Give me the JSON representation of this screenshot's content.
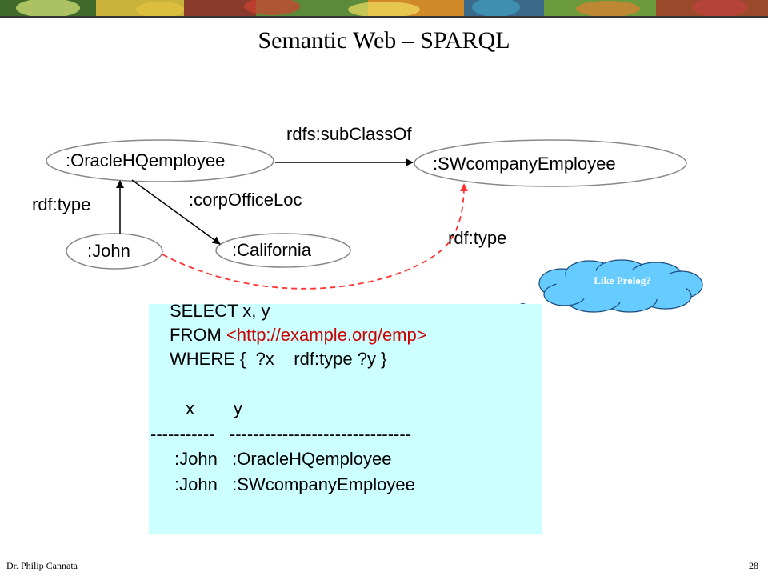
{
  "slide": {
    "title": "Semantic Web – SPARQL",
    "author": "Dr. Philip Cannata",
    "page_number": "28"
  },
  "diagram": {
    "nodes": {
      "oracle": ":OracleHQemployee",
      "swcompany": ":SWcompanyEmployee",
      "john": ":John",
      "california": ":California"
    },
    "edges": {
      "subclass": "rdfs:subClassOf",
      "corp_office": ":corpOfficeLoc",
      "john_type": "rdf:type",
      "inferred_type": "rdf:type"
    },
    "colors": {
      "inferred_edge": "#ff3333",
      "cloud": "#66ccff",
      "query_box": "#ccffff",
      "url": "#cc0000"
    }
  },
  "callout": {
    "text": "Like Prolog?"
  },
  "query": {
    "select_line": "SELECT x, y",
    "from_keyword": "FROM",
    "from_url": "<http://example.org/emp>",
    "where_line": "WHERE {  ?x    rdf:type ?y }",
    "result_header": "x        y",
    "separator": "-----------   -------------------------------",
    "rows": [
      ":John   :OracleHQemployee",
      ":John   :SWcompanyEmployee"
    ]
  }
}
